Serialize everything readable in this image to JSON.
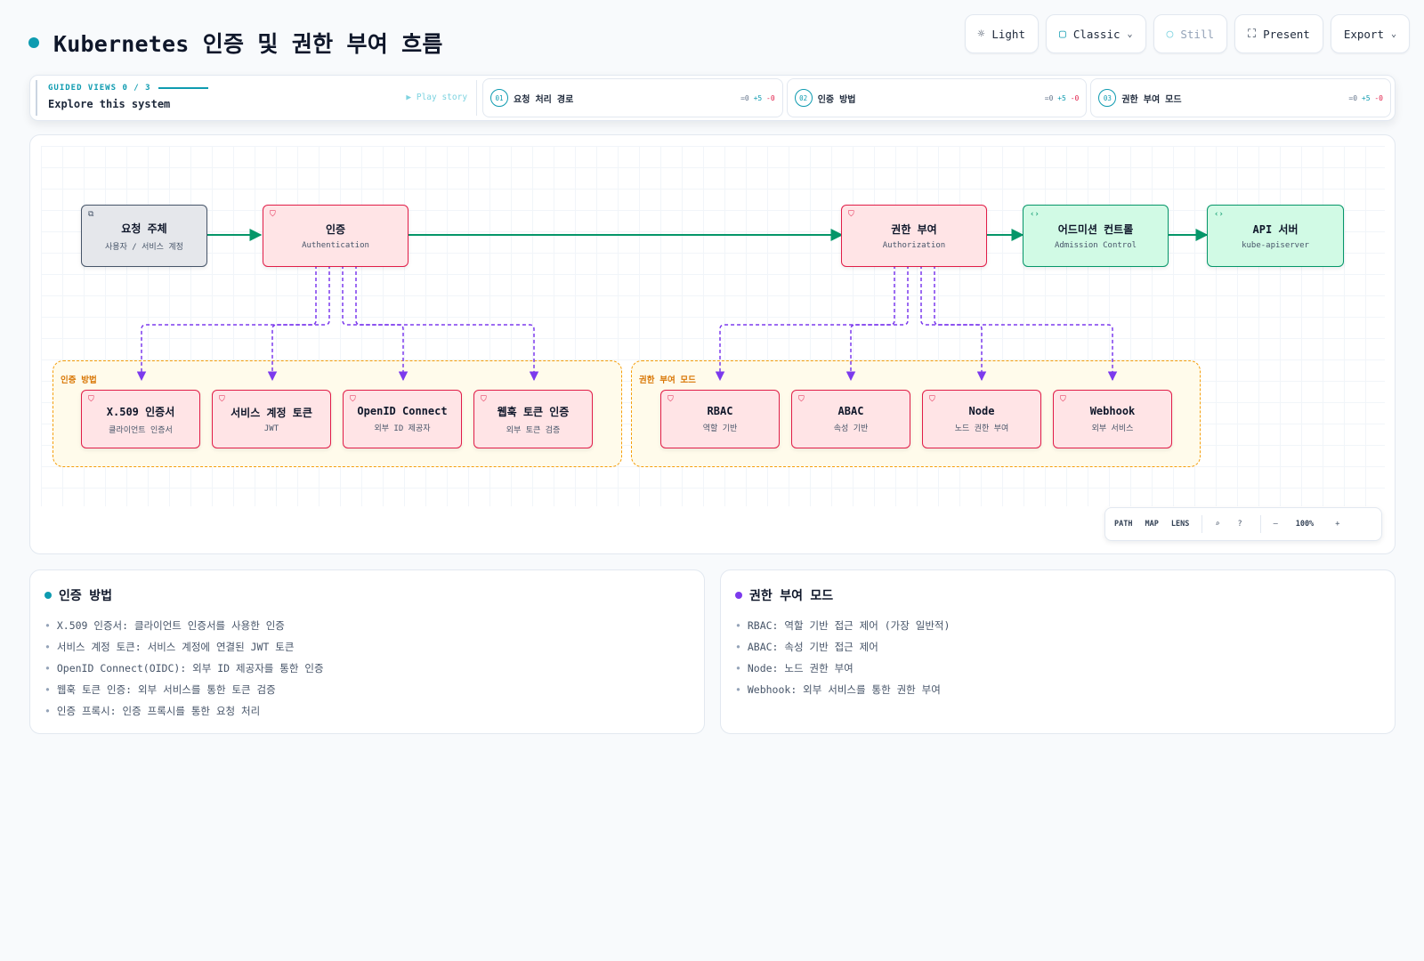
{
  "header": {
    "title": "Kubernetes 인증 및 권한 부여 흐름",
    "toolbar": [
      {
        "label": "Light",
        "icon": "sun-icon",
        "glyph": "☼"
      },
      {
        "label": "Classic",
        "icon": "palette-icon",
        "glyph": "▢",
        "dropdown": true
      },
      {
        "label": "Still",
        "icon": "circle-icon",
        "glyph": "○",
        "muted": true
      },
      {
        "label": "Present",
        "icon": "fullscreen-icon",
        "glyph": "⛶"
      },
      {
        "label": "Export",
        "icon": "",
        "glyph": "",
        "dropdown": true
      }
    ]
  },
  "guided": {
    "label": "GUIDED VIEWS 0 / 3",
    "subtitle": "Explore this system",
    "play": "▶ Play story",
    "views": [
      {
        "num": "01",
        "name": "요청 처리 경로",
        "s1": "=0",
        "s2": "+5",
        "s3": "-0"
      },
      {
        "num": "02",
        "name": "인증 방법",
        "s1": "=0",
        "s2": "+5",
        "s3": "-0"
      },
      {
        "num": "03",
        "name": "권한 부여 모드",
        "s1": "=0",
        "s2": "+5",
        "s3": "-0"
      }
    ]
  },
  "diagram": {
    "nodes": {
      "subject": {
        "title": "요청 주체",
        "sub": "사용자 / 서비스 계정"
      },
      "authn": {
        "title": "인증",
        "sub": "Authentication"
      },
      "authz": {
        "title": "권한 부여",
        "sub": "Authorization"
      },
      "admission": {
        "title": "어드미션 컨트롤",
        "sub": "Admission Control"
      },
      "apiserver": {
        "title": "API 서버",
        "sub": "kube-apiserver"
      },
      "x509": {
        "title": "X.509 인증서",
        "sub": "클라이언트 인증서"
      },
      "satoken": {
        "title": "서비스 계정 토큰",
        "sub": "JWT"
      },
      "oidc": {
        "title": "OpenID Connect",
        "sub": "외부 ID 제공자"
      },
      "webhooktoken": {
        "title": "웹훅 토큰 인증",
        "sub": "외부 토큰 검증"
      },
      "rbac": {
        "title": "RBAC",
        "sub": "역할 기반"
      },
      "abac": {
        "title": "ABAC",
        "sub": "속성 기반"
      },
      "nodeauth": {
        "title": "Node",
        "sub": "노드 권한 부여"
      },
      "webhook": {
        "title": "Webhook",
        "sub": "외부 서비스"
      }
    },
    "groups": {
      "authn_methods": "인증 방법",
      "authz_modes": "권한 부여 모드"
    }
  },
  "zoom": {
    "path": "PATH",
    "map": "MAP",
    "lens": "LENS",
    "search": "⌕",
    "help": "?",
    "minus": "—",
    "level": "100%",
    "plus": "+"
  },
  "info": {
    "authn": {
      "title": "인증 방법",
      "items": [
        "X.509 인증서: 클라이언트 인증서를 사용한 인증",
        "서비스 계정 토큰: 서비스 계정에 연결된 JWT 토큰",
        "OpenID Connect(OIDC): 외부 ID 제공자를 통한 인증",
        "웹훅 토큰 인증: 외부 서비스를 통한 토큰 검증",
        "인증 프록시: 인증 프록시를 통한 요청 처리"
      ]
    },
    "authz": {
      "title": "권한 부여 모드",
      "items": [
        "RBAC: 역할 기반 접근 제어 (가장 일반적)",
        "ABAC: 속성 기반 접근 제어",
        "Node: 노드 권한 부여",
        "Webhook: 외부 서비스를 통한 권한 부여"
      ]
    }
  },
  "colors": {
    "accent": "#0e9bb0",
    "danger": "#e11d48",
    "success": "#059669",
    "dashed": "#7c3aed",
    "group": "#f59e0b"
  }
}
